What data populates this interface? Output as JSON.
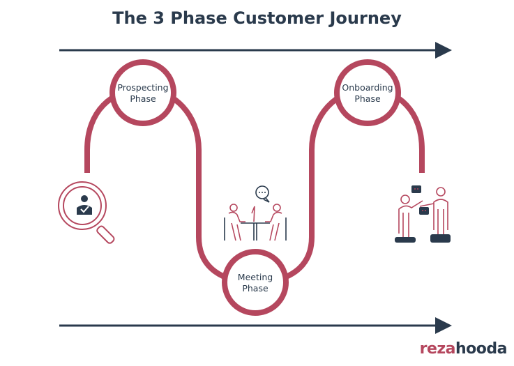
{
  "title": "The 3 Phase Customer Journey",
  "phases": [
    {
      "label_line1": "Prospecting",
      "label_line2": "Phase",
      "icon": "magnifier-person-check-icon"
    },
    {
      "label_line1": "Meeting",
      "label_line2": "Phase",
      "icon": "meeting-table-icon"
    },
    {
      "label_line1": "Onboarding",
      "label_line2": "Phase",
      "icon": "people-presenting-icon"
    }
  ],
  "logo": {
    "part1": "reza",
    "part2": "hooda"
  },
  "colors": {
    "accent": "#b5475e",
    "dark": "#2a3a4c"
  }
}
